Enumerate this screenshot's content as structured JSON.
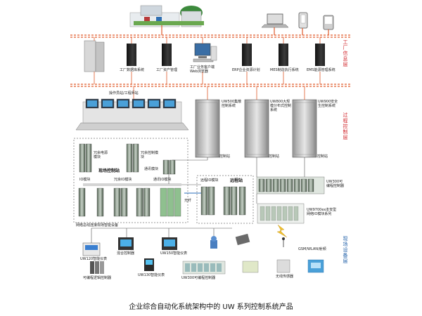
{
  "caption": "企业综合自动化系统架构中的 UW 系列控制系统产品",
  "layers": {
    "factory_info": "工厂信息层",
    "process_control": "过程控制层",
    "field_device": "现场设备层"
  },
  "servers": [
    {
      "label": "工厂数据库系统"
    },
    {
      "label": "工厂资产管理"
    },
    {
      "label": "工厂业务客户端Web浏览器"
    },
    {
      "label": "ERP企业资源计划"
    },
    {
      "label": "MES制造执行系统"
    },
    {
      "label": "EMS能源管理系统"
    }
  ],
  "operator_station": "操作员站/工程师站",
  "control_cabinets": [
    {
      "desc": "UW500集散控制系统",
      "name": "控制站"
    },
    {
      "desc": "UW800大规模分布式控制系统",
      "name": "控制站"
    },
    {
      "desc": "UW900安全生控制系统",
      "name": "控制站"
    }
  ],
  "field_station": {
    "redundant_power": "冗余电源模块",
    "redundant_control": "冗余控制模块",
    "title": "现场控制站",
    "comm_module": "通讯模块",
    "io_module": "IO模块",
    "redundant_io": "冗余IO模块",
    "comm_io": "通讯IO模块",
    "bus_label": "网络总线连接现场智能设备"
  },
  "remote_station": {
    "title": "远程站",
    "io": "远程IO模块"
  },
  "fiber": "光纤",
  "uw300_cabinet": "UW300可编程控制器",
  "uw700": "UW9700ex本安型网络IO模块系列",
  "devices": [
    {
      "label": "UW120智能仪表"
    },
    {
      "label": "混合控制器"
    },
    {
      "label": "UW150智能仪表"
    },
    {
      "label": "可编程逻辑控制器"
    },
    {
      "label": "UW130智能仪表"
    },
    {
      "label": "UW300可编程控制器"
    },
    {
      "label": "无线传感器"
    },
    {
      "label": "GSM/WLAN/射频"
    }
  ]
}
